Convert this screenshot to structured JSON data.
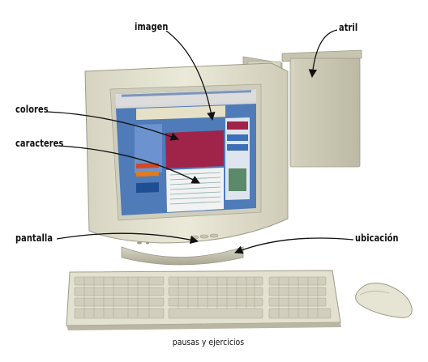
{
  "labels": {
    "imagen": "imagen",
    "atril": "atril",
    "colores": "colores",
    "caracteres": "caracteres",
    "pantalla": "pantalla",
    "ubicacion": "ubicación"
  },
  "caption": "pausas y ejercicios",
  "colors": {
    "case": "#e3e1cf",
    "case_shadow": "#b9b6a3",
    "screen_blue": "#4f7bb8",
    "page_maroon": "#a0234a",
    "arrow": "#111111"
  },
  "icons": [
    "computer-monitor-icon",
    "keyboard-icon",
    "mouse-icon",
    "document-holder-icon"
  ]
}
